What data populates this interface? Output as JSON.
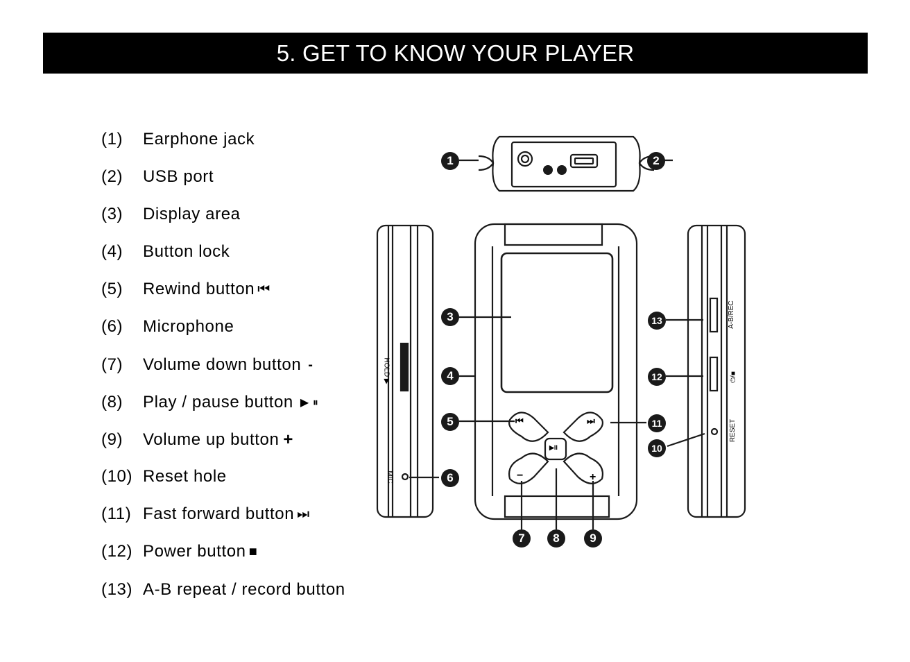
{
  "header": {
    "title": "5. GET TO KNOW YOUR PLAYER"
  },
  "parts": [
    {
      "num": "(1)",
      "label": "Earphone jack",
      "symbol": ""
    },
    {
      "num": "(2)",
      "label": "USB port",
      "symbol": ""
    },
    {
      "num": "(3)",
      "label": "Display area",
      "symbol": ""
    },
    {
      "num": "(4)",
      "label": "Button lock",
      "symbol": ""
    },
    {
      "num": "(5)",
      "label": "Rewind button",
      "symbol": "⏮"
    },
    {
      "num": "(6)",
      "label": "Microphone",
      "symbol": ""
    },
    {
      "num": "(7)",
      "label": "Volume down button",
      "symbol": "-"
    },
    {
      "num": "(8)",
      "label": "Play / pause button",
      "symbol": "▶ ⏸"
    },
    {
      "num": "(9)",
      "label": "Volume up button",
      "symbol": "+"
    },
    {
      "num": "(10)",
      "label": "Reset hole",
      "symbol": ""
    },
    {
      "num": "(11)",
      "label": "Fast forward button",
      "symbol": "⏭"
    },
    {
      "num": "(12)",
      "label": "Power button",
      "symbol": "■"
    },
    {
      "num": "(13)",
      "label": "A-B repeat / record button",
      "symbol": ""
    }
  ],
  "diagram": {
    "callouts": [
      "1",
      "2",
      "3",
      "4",
      "5",
      "6",
      "7",
      "8",
      "9",
      "10",
      "11",
      "12",
      "13"
    ],
    "side_labels": {
      "hold": "HOLD ▶",
      "mic": "MIC",
      "abrec": "A-B/REC",
      "power": "⏻/■",
      "reset": "RESET"
    },
    "keys": {
      "rewind": "⏮",
      "forward": "⏭",
      "play": "▶II",
      "minus": "−",
      "plus": "+"
    }
  }
}
